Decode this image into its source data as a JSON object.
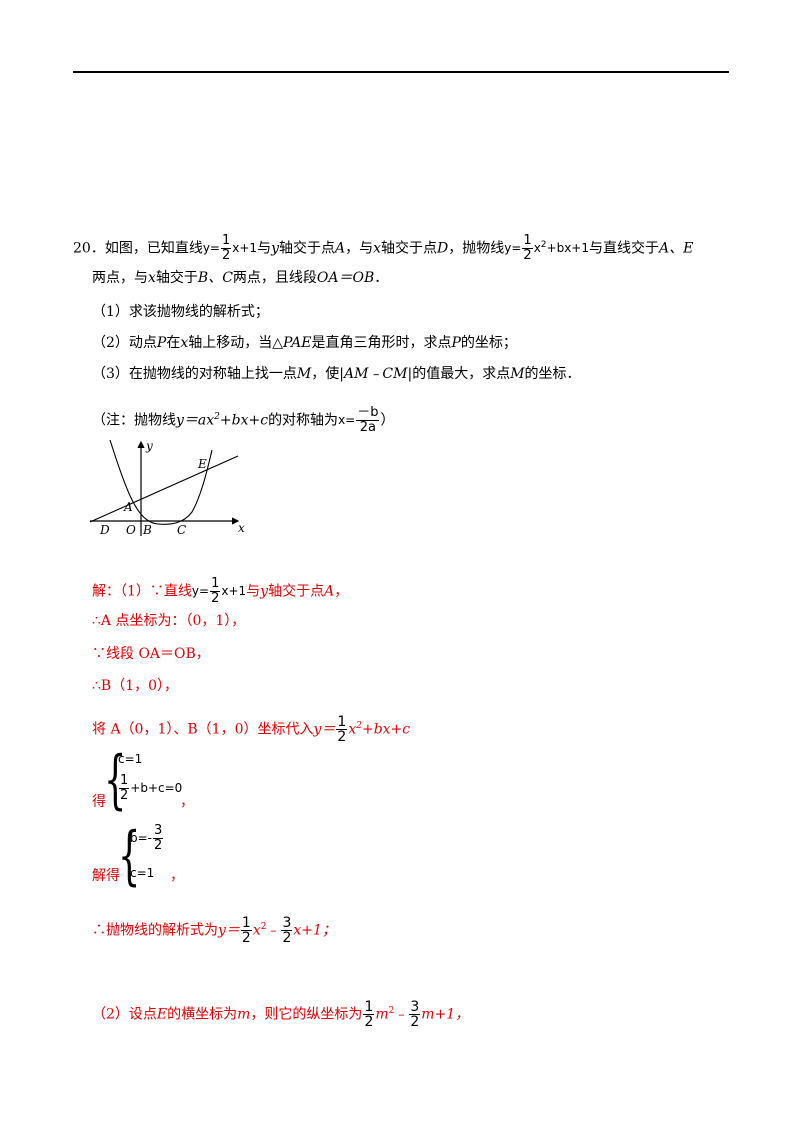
{
  "problem": {
    "number": "20．",
    "l1_a": "如图，已知直线",
    "eq1_lhs": "y=",
    "frac_num": "1",
    "frac_den": "2",
    "eq1_rhs": "x+1",
    "l1_b": "与",
    "var_y": "y",
    "l1_c": "轴交于点",
    "pt_A": "A",
    "l1_d": "，与",
    "var_x": "x",
    "l1_e": "轴交于点",
    "pt_D": "D",
    "l1_f": "，抛物线",
    "eq2_lhs": "y=",
    "eq2_rhs_a": "x",
    "eq2_sup": "2",
    "eq2_rhs_b": "+bx+1",
    "l1_g": "与直线交于",
    "pt_AE": "A、E",
    "l2_a": "两点，与",
    "l2_b": "轴交于",
    "pt_BC": "B、C",
    "l2_c": "两点，且线段",
    "seg": "OA＝OB",
    "l2_end": "．",
    "q1": "（1）求该抛物线的解析式；",
    "q2_a": "（2）动点",
    "pt_P": "P",
    "q2_b": "在",
    "q2_c": "轴上移动，当△",
    "tri": "PAE",
    "q2_d": "是直角三角形时，求点",
    "q2_e": "的坐标；",
    "q3_a": "（3）在抛物线的对称轴上找一点",
    "pt_M": "M",
    "q3_b": "，使|",
    "abs": "AM﹣CM",
    "q3_c": "|的值最大，求点",
    "q3_d": "的坐标．",
    "note_a": "（注：抛物线",
    "note_eq_a": "y＝ax",
    "note_sup": "2",
    "note_eq_b": "+bx+c",
    "note_b": "的对称轴为",
    "note_x": "x=",
    "note_num": "－b",
    "note_den": "2a",
    "note_end": "）"
  },
  "figure": {
    "label_y": "y",
    "label_x": "x",
    "label_E": "E",
    "label_A": "A",
    "label_D": "D",
    "label_O": "O",
    "label_B": "B",
    "label_C": "C"
  },
  "solution": {
    "s1_a": "解：（1）∵直线",
    "s1_b": "与",
    "s1_c": "轴交于点",
    "s1_end": "，",
    "s2": "∴A 点坐标为：（0，1），",
    "s3": "∵线段 OA＝OB，",
    "s4": "∴B（1，0），",
    "s5_a": "将 A（0，1）、B（1，0）坐标代入",
    "s5_eq_a": "y＝",
    "s5_eq_b": "x",
    "s5_sup": "2",
    "s5_eq_c": "+bx+c",
    "sys1_r1": "c=1",
    "sys1_r2_tail": "+b+c=0",
    "s6_a": "得",
    "s6_end": "，",
    "sys2_r1_a": "b=-",
    "sys2_r1_num": "3",
    "sys2_r1_den": "2",
    "sys2_r2": "c=1",
    "s7_a": "解得",
    "s7_end": "，",
    "s8_a": "∴抛物线的解析式为",
    "s8_eq_a": "y＝",
    "s8_x2": "x",
    "s8_sup": "2",
    "s8_minus": "﹣",
    "s8_num2": "3",
    "s8_tail": "x+1；",
    "s9_a": "（2）设点",
    "s9_E": "E",
    "s9_b": "的横坐标为",
    "s9_m": "m",
    "s9_c": "，则它的纵坐标为",
    "s9_m2": "m",
    "s9_sup": "2",
    "s9_minus": "﹣",
    "s9_tail": "m+1，"
  }
}
